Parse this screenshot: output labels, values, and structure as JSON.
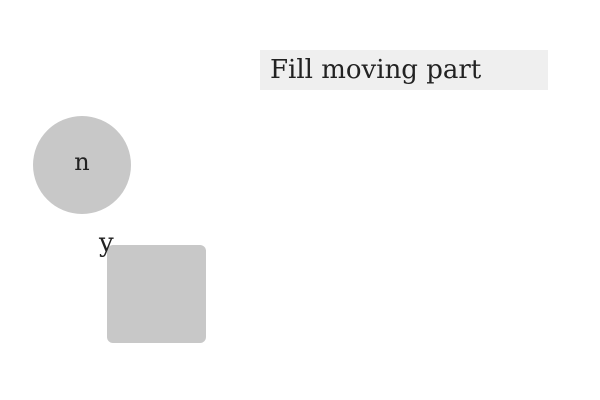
{
  "instruction": {
    "text": "Fill moving part"
  },
  "shapes": {
    "circle": {
      "label": "n",
      "color": "#c8c8c8"
    },
    "square": {
      "label": "y",
      "color": "#c8c8c8"
    }
  },
  "colors": {
    "instruction_background": "#efefef",
    "page_background": "#ffffff",
    "text": "#222222"
  }
}
